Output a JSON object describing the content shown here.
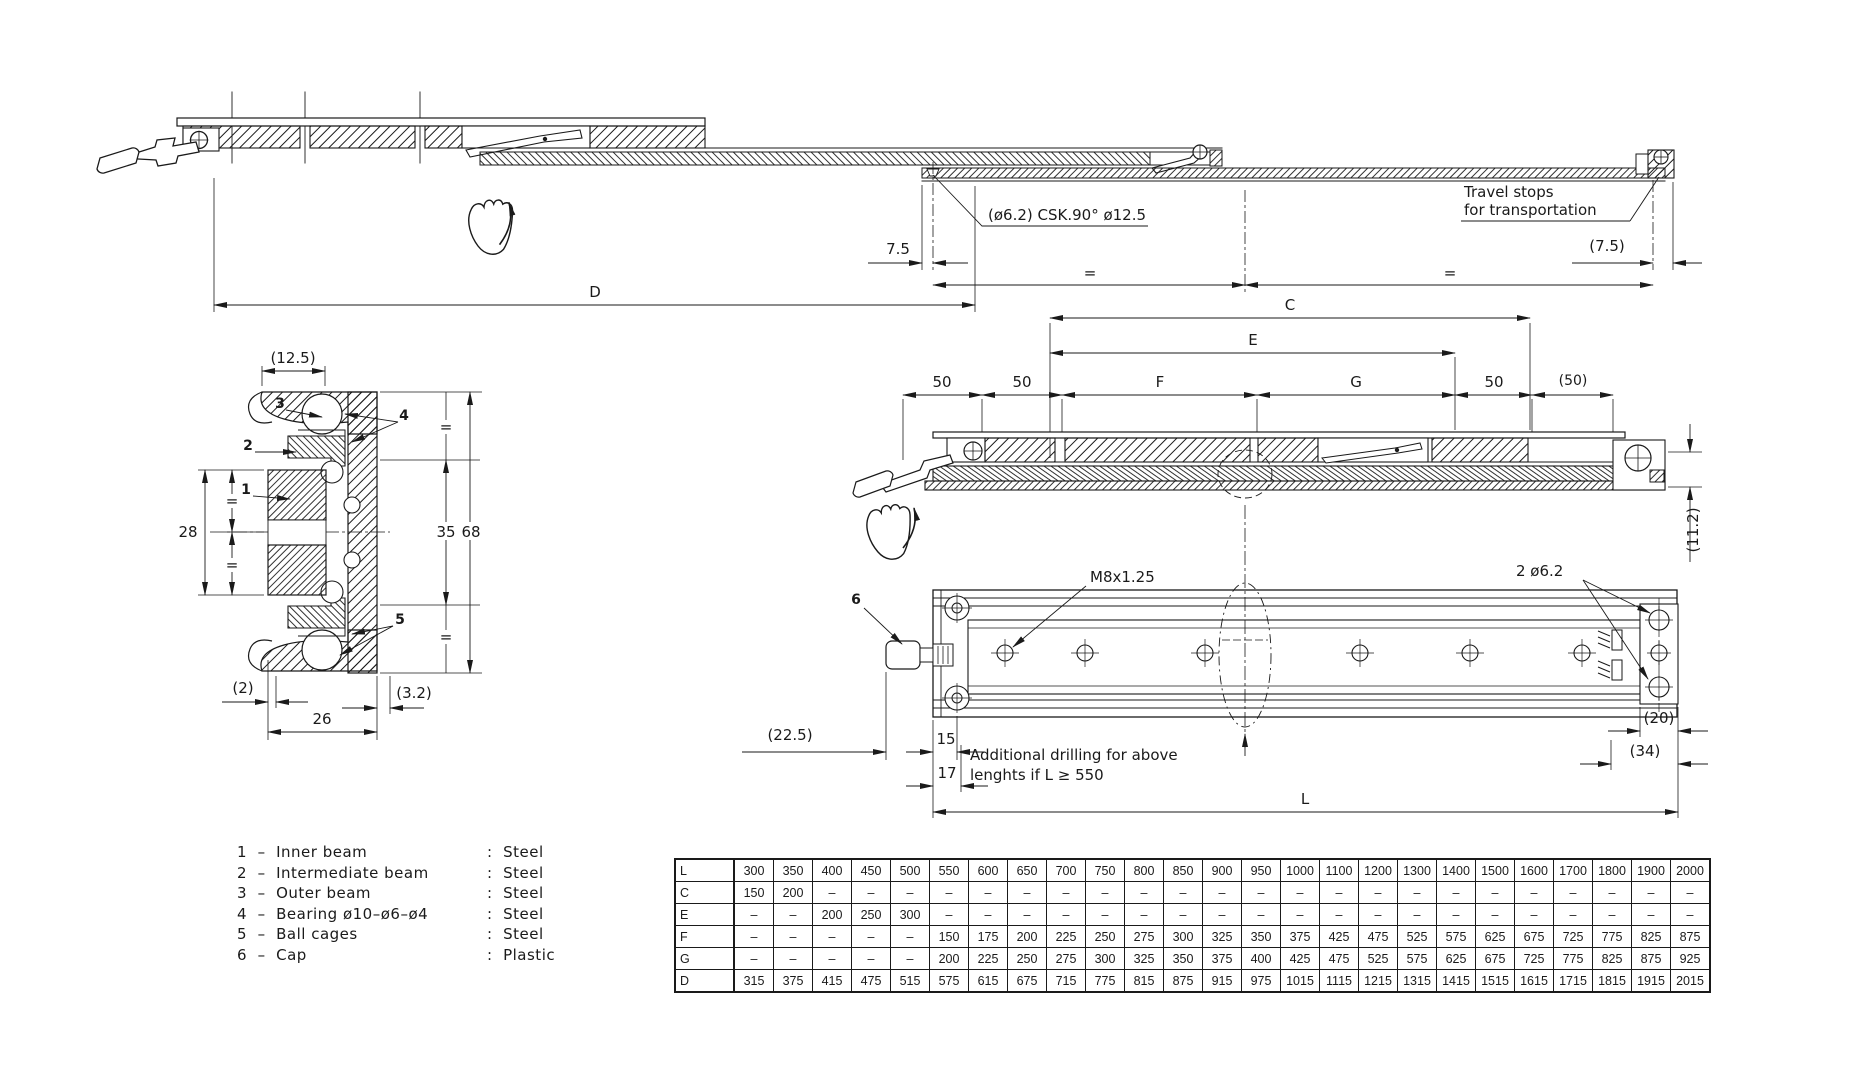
{
  "drawing": {
    "eq": "=",
    "extended_view": {
      "csk_note": "(ø6.2)  CSK.90°  ø12.5",
      "travel_stops_1": "Travel stops",
      "travel_stops_2": "for transportation",
      "dim_7_5": "7.5",
      "dim_7_5_paren": "(7.5)",
      "dim_d": "D"
    },
    "closed_view": {
      "dim_c": "C",
      "dim_e": "E",
      "dim_f": "F",
      "dim_g": "G",
      "dim_50_1": "50",
      "dim_50_2": "50",
      "dim_50_3": "50",
      "dim_50_paren": "(50)",
      "dim_11_2": "(11.2)"
    },
    "section_view": {
      "dim_12_5": "(12.5)",
      "dim_28": "28",
      "dim_35": "35",
      "dim_68": "68",
      "dim_2": "(2)",
      "dim_3_2": "(3.2)",
      "dim_26": "26",
      "label_1": "1",
      "label_2": "2",
      "label_3": "3",
      "label_4": "4",
      "label_5": "5"
    },
    "plan_view": {
      "label_6": "6",
      "thread_note": "M8x1.25",
      "holes_note": "2 ø6.2",
      "dim_22_5": "(22.5)",
      "dim_15": "15",
      "dim_17": "17",
      "dim_20": "(20)",
      "dim_34": "(34)",
      "dim_l": "L",
      "note_1": "Additional drilling for above",
      "note_2": "lenghts if L ≥ 550"
    }
  },
  "parts_list": [
    {
      "item": "1  –  Inner beam",
      "mat": ":  Steel"
    },
    {
      "item": "2  –  Intermediate beam",
      "mat": ":  Steel"
    },
    {
      "item": "3  –  Outer beam",
      "mat": ":  Steel"
    },
    {
      "item": "4  –  Bearing ø10–ø6–ø4",
      "mat": ":  Steel"
    },
    {
      "item": "5  –  Ball cages",
      "mat": ":  Steel"
    },
    {
      "item": "6  –  Cap",
      "mat": ":  Plastic"
    }
  ],
  "table": {
    "rows": [
      {
        "label": "L",
        "cells": [
          "300",
          "350",
          "400",
          "450",
          "500",
          "550",
          "600",
          "650",
          "700",
          "750",
          "800",
          "850",
          "900",
          "950",
          "1000",
          "1100",
          "1200",
          "1300",
          "1400",
          "1500",
          "1600",
          "1700",
          "1800",
          "1900",
          "2000"
        ]
      },
      {
        "label": "C",
        "cells": [
          "150",
          "200",
          "–",
          "–",
          "–",
          "–",
          "–",
          "–",
          "–",
          "–",
          "–",
          "–",
          "–",
          "–",
          "–",
          "–",
          "–",
          "–",
          "–",
          "–",
          "–",
          "–",
          "–",
          "–",
          "–"
        ]
      },
      {
        "label": "E",
        "cells": [
          "–",
          "–",
          "200",
          "250",
          "300",
          "–",
          "–",
          "–",
          "–",
          "–",
          "–",
          "–",
          "–",
          "–",
          "–",
          "–",
          "–",
          "–",
          "–",
          "–",
          "–",
          "–",
          "–",
          "–",
          "–"
        ]
      },
      {
        "label": "F",
        "cells": [
          "–",
          "–",
          "–",
          "–",
          "–",
          "150",
          "175",
          "200",
          "225",
          "250",
          "275",
          "300",
          "325",
          "350",
          "375",
          "425",
          "475",
          "525",
          "575",
          "625",
          "675",
          "725",
          "775",
          "825",
          "875"
        ]
      },
      {
        "label": "G",
        "cells": [
          "–",
          "–",
          "–",
          "–",
          "–",
          "200",
          "225",
          "250",
          "275",
          "300",
          "325",
          "350",
          "375",
          "400",
          "425",
          "475",
          "525",
          "575",
          "625",
          "675",
          "725",
          "775",
          "825",
          "875",
          "925"
        ]
      },
      {
        "label": "D",
        "cells": [
          "315",
          "375",
          "415",
          "475",
          "515",
          "575",
          "615",
          "675",
          "715",
          "775",
          "815",
          "875",
          "915",
          "975",
          "1015",
          "1115",
          "1215",
          "1315",
          "1415",
          "1515",
          "1615",
          "1715",
          "1815",
          "1915",
          "2015"
        ]
      }
    ]
  }
}
